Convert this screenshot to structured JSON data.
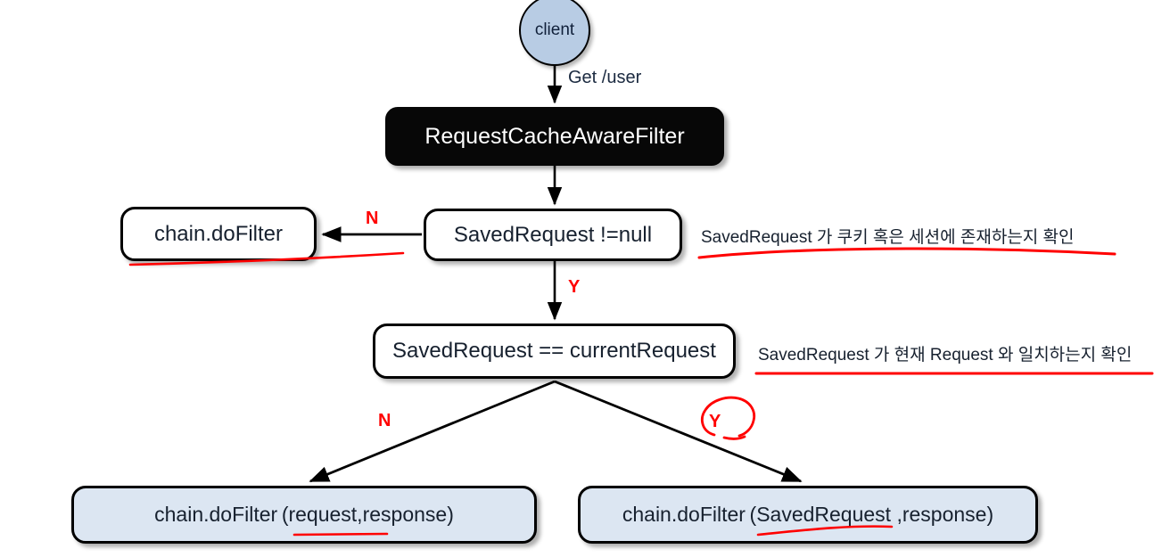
{
  "diagram": {
    "title": "RequestCacheAwareFilter flow",
    "colors": {
      "client_fill": "#b8cce4",
      "filter_fill": "#070707",
      "filter_text": "#ffffff",
      "process_fill": "#dce6f2",
      "decision_fill": "#ffffff",
      "stroke": "#000000",
      "ink_red": "#ff0000",
      "text_dark": "#17212f"
    },
    "nodes": {
      "client": {
        "label": "client",
        "shape": "circle"
      },
      "filter": {
        "label": "RequestCacheAwareFilter",
        "shape": "rounded-rect"
      },
      "decision_null": {
        "label": "SavedRequest !=null",
        "shape": "rounded-rect"
      },
      "do_filter_plain": {
        "label": "chain.doFilter",
        "shape": "rounded-rect"
      },
      "decision_match": {
        "label": "SavedRequest == currentRequest",
        "shape": "rounded-rect"
      },
      "do_filter_request": {
        "label": "chain.doFilter (request,response)",
        "shape": "rounded-rect"
      },
      "do_filter_saved": {
        "label": "chain.doFilter (SavedRequest ,response)",
        "shape": "rounded-rect"
      }
    },
    "edges": {
      "client_to_filter": {
        "label": "Get /user"
      },
      "null_to_dofilter": {
        "label": "N"
      },
      "null_to_match": {
        "label": "Y"
      },
      "match_to_request": {
        "label": "N"
      },
      "match_to_saved": {
        "label": "Y"
      }
    },
    "annotations": [
      {
        "text": "SavedRequest 가 쿠키 혹은 세션에 존재하는지 확인",
        "underline": "curved"
      },
      {
        "text": "SavedRequest 가 현재 Request 와 일치하는지 확인",
        "underline": "straight"
      }
    ]
  }
}
